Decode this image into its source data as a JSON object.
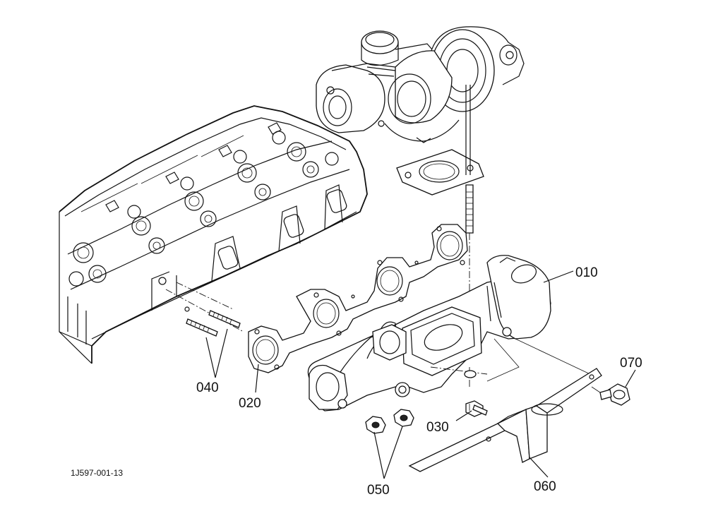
{
  "diagram": {
    "reference_code": "1J597-001-13",
    "parts": [
      {
        "id": "p010",
        "number": "010"
      },
      {
        "id": "p020",
        "number": "020"
      },
      {
        "id": "p030",
        "number": "030"
      },
      {
        "id": "p040",
        "number": "040"
      },
      {
        "id": "p050",
        "number": "050"
      },
      {
        "id": "p060",
        "number": "060"
      },
      {
        "id": "p070",
        "number": "070"
      }
    ]
  }
}
